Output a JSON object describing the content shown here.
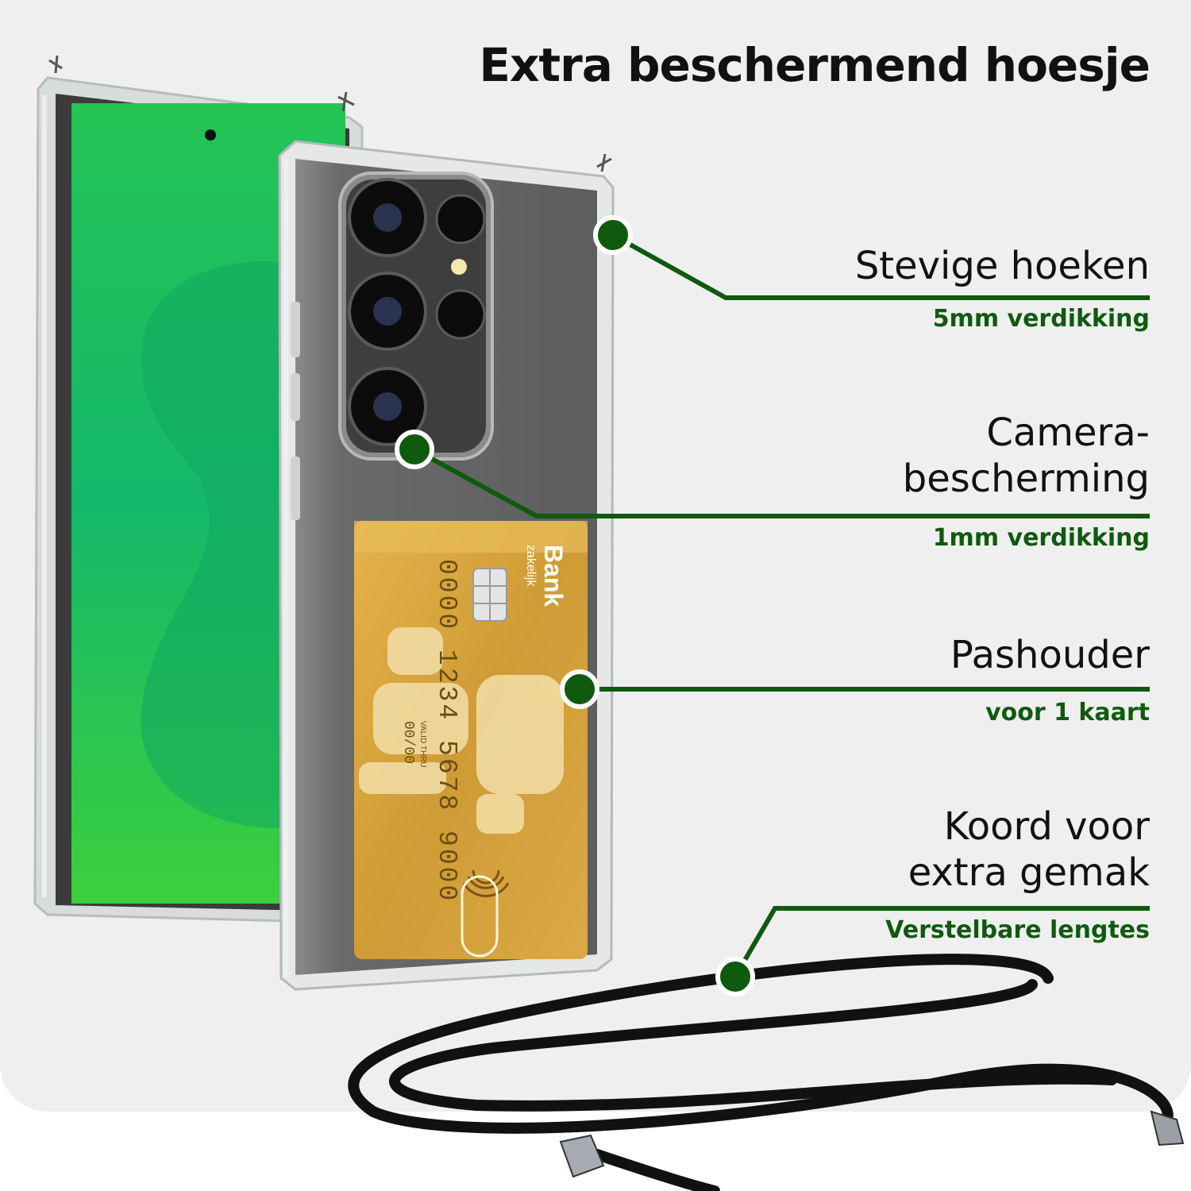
{
  "title": "Extra beschermend hoesje",
  "features": [
    {
      "title": "Stevige hoeken",
      "subtitle": "5mm verdikking"
    },
    {
      "title": "Camera-\nbescherming",
      "subtitle": "1mm verdikking"
    },
    {
      "title": "Pashouder",
      "subtitle": "voor 1 kaart"
    },
    {
      "title": "Koord voor\nextra gemak",
      "subtitle": "Verstelbare lengtes"
    }
  ],
  "card": {
    "bank": "Bank",
    "type": "zakelijk",
    "number": "0000 1234 5678 9000",
    "valid_label": "VALID THRU",
    "valid_date": "00/00"
  },
  "colors": {
    "accent": "#0f5a0f",
    "panel": "#efefef",
    "screen": "#1fc24f",
    "card": "#d6a23c",
    "cord": "#111111"
  },
  "icons": [
    "contactless-icon",
    "chip-icon"
  ]
}
